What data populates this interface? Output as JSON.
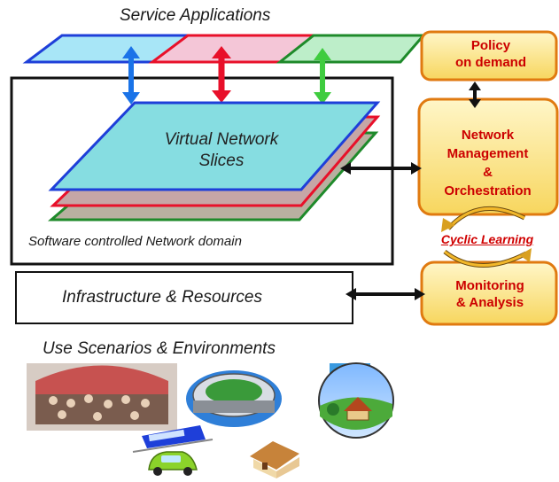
{
  "title": "Service Applications",
  "slices_label": [
    "Virtual Network",
    "Slices"
  ],
  "domain_label": "Software controlled Network domain",
  "infra_label": "Infrastructure & Resources",
  "use_label": "Use Scenarios & Environments",
  "policy_box": [
    "Policy",
    "on demand"
  ],
  "nmo_box": [
    "Network",
    "Management",
    "&",
    "Orchestration"
  ],
  "monitor_box": [
    "Monitoring",
    "& Analysis"
  ],
  "cyclic_label": "Cyclic Learning",
  "colors": {
    "blue": "#1e3fd9",
    "red": "#e8102a",
    "green": "#1e8a2a",
    "box_fill": "#fce79a",
    "box_border": "#e07a10",
    "label_red": "#cc0000"
  },
  "icons": [
    "crowd-icon",
    "stadium-icon",
    "train-icon",
    "car-icon",
    "house-icon",
    "countryside-icon"
  ]
}
